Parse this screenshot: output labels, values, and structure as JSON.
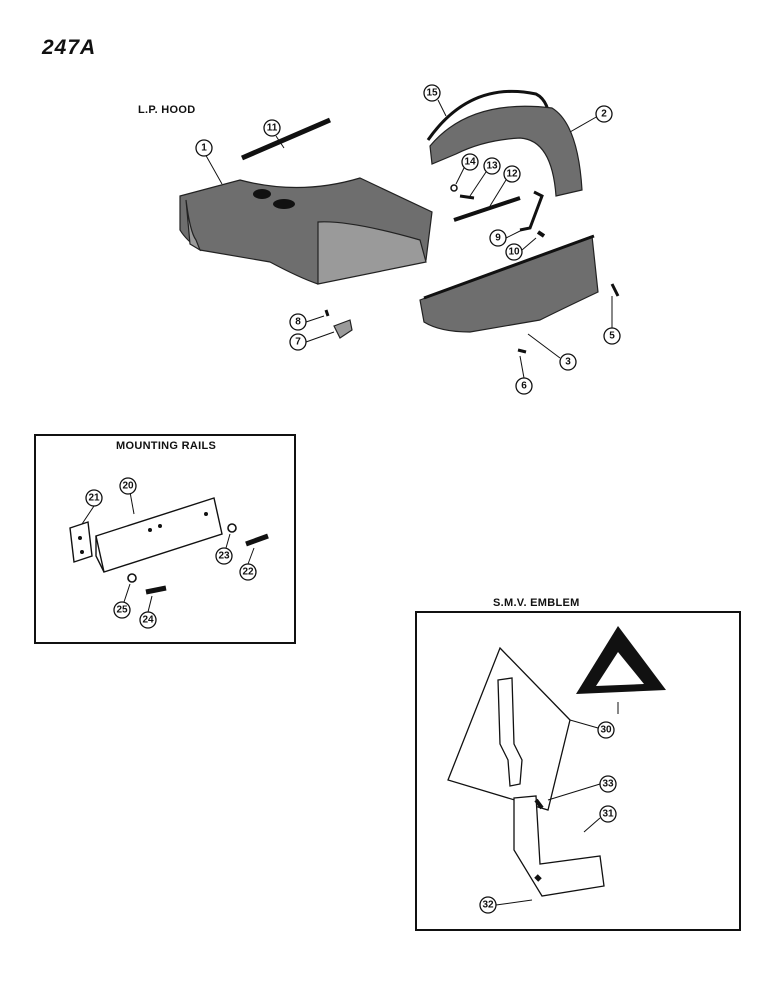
{
  "page_number": "247A",
  "sections": {
    "lp_hood": "L.P. HOOD",
    "mounting_rails": "MOUNTING RAILS",
    "smv_emblem": "S.M.V. EMBLEM"
  },
  "callouts": {
    "c1": "1",
    "c2": "2",
    "c3": "3",
    "c5": "5",
    "c6": "6",
    "c7": "7",
    "c8": "8",
    "c9": "9",
    "c10": "10",
    "c11": "11",
    "c12": "12",
    "c13": "13",
    "c14": "14",
    "c15": "15",
    "c20": "20",
    "c21": "21",
    "c22": "22",
    "c23": "23",
    "c24": "24",
    "c25": "25",
    "c30": "30",
    "c31": "31",
    "c32": "32",
    "c33": "33"
  }
}
